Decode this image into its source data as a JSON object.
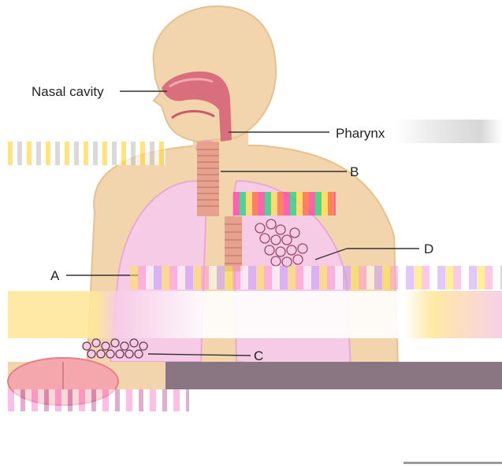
{
  "diagram": {
    "labels": {
      "nasal_cavity": "Nasal cavity",
      "pharynx": "Pharynx",
      "a": "A",
      "b": "B",
      "c": "C",
      "d": "D"
    },
    "colors": {
      "skin": "#f3d5ad",
      "skin_edge": "#e6c08f",
      "nasal": "#d96f7c",
      "lung": "#f6cbe6",
      "lung_edge": "#e9a9d1",
      "trachea": "#e6a28f",
      "diaphragm": "#f4a8ad",
      "text": "#222222"
    }
  }
}
